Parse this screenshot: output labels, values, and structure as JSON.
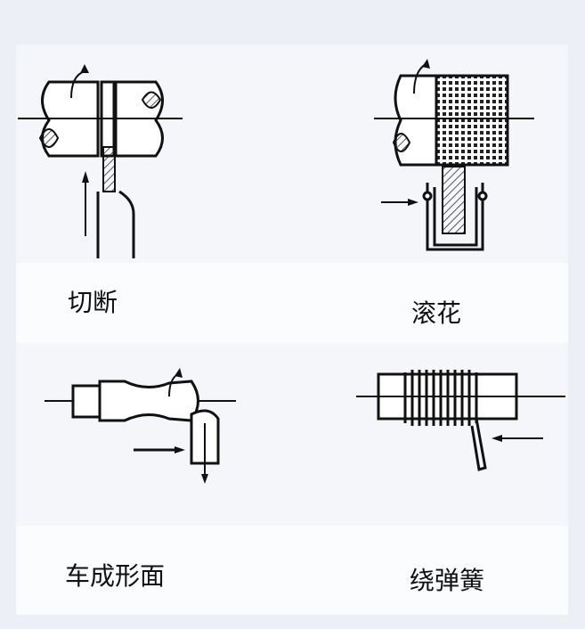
{
  "labels": {
    "cutoff": "切断",
    "knurling": "滚花",
    "form_turning": "车成形面",
    "spring_winding": "绕弹簧"
  }
}
